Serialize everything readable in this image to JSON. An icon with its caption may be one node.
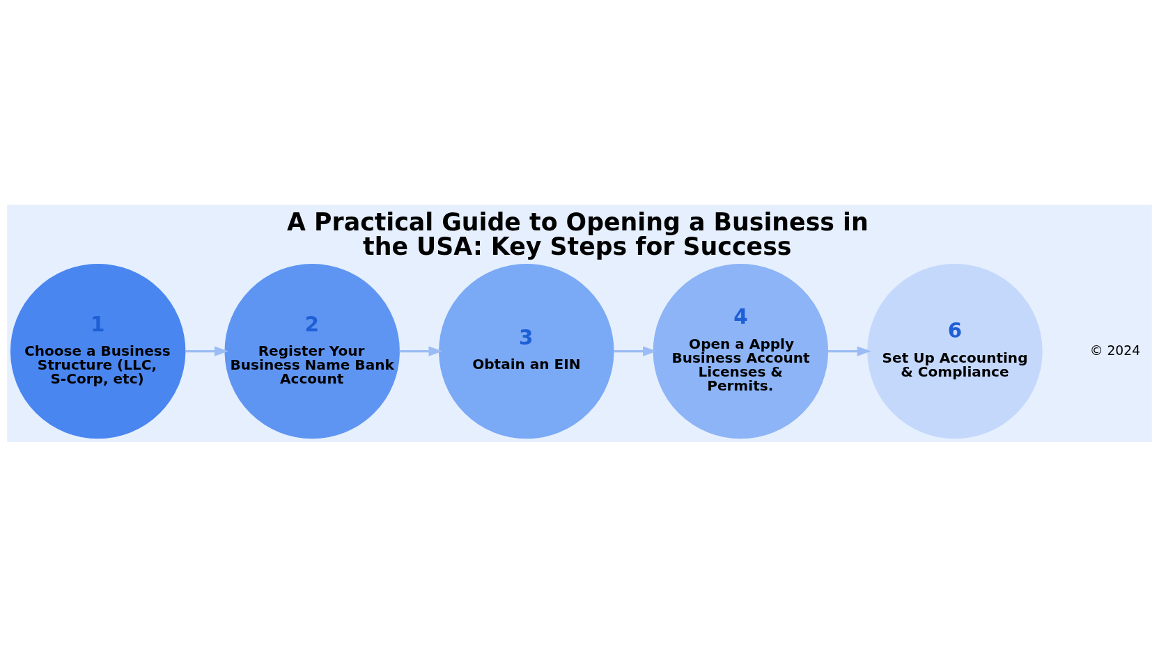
{
  "diagram": {
    "title": "A Practical Guide to Opening a Business in the USA: Key Steps for Success",
    "nodes": [
      {
        "text": [
          "1",
          "Choose a Business Structure (LLC, S-Corp, etc)"
        ]
      },
      {
        "text": [
          "2",
          "Register Your Business Name Bank Account"
        ]
      },
      {
        "text": [
          "3",
          "Obtain an EIN"
        ]
      },
      {
        "text": [
          "4",
          "Open a Apply Business Account Licenses & Permits."
        ]
      },
      {
        "text": [
          "6",
          "Set Up Accounting & Compliance"
        ]
      }
    ],
    "edges": [
      {
        "from": 0,
        "to": 1,
        "arrow": "to"
      },
      {
        "from": 1,
        "to": 2,
        "arrow": "to"
      },
      {
        "from": 2,
        "to": 3,
        "arrow": "to"
      },
      {
        "from": 3,
        "to": 4,
        "arrow": "to"
      }
    ],
    "labels": [
      "© 2024"
    ]
  }
}
